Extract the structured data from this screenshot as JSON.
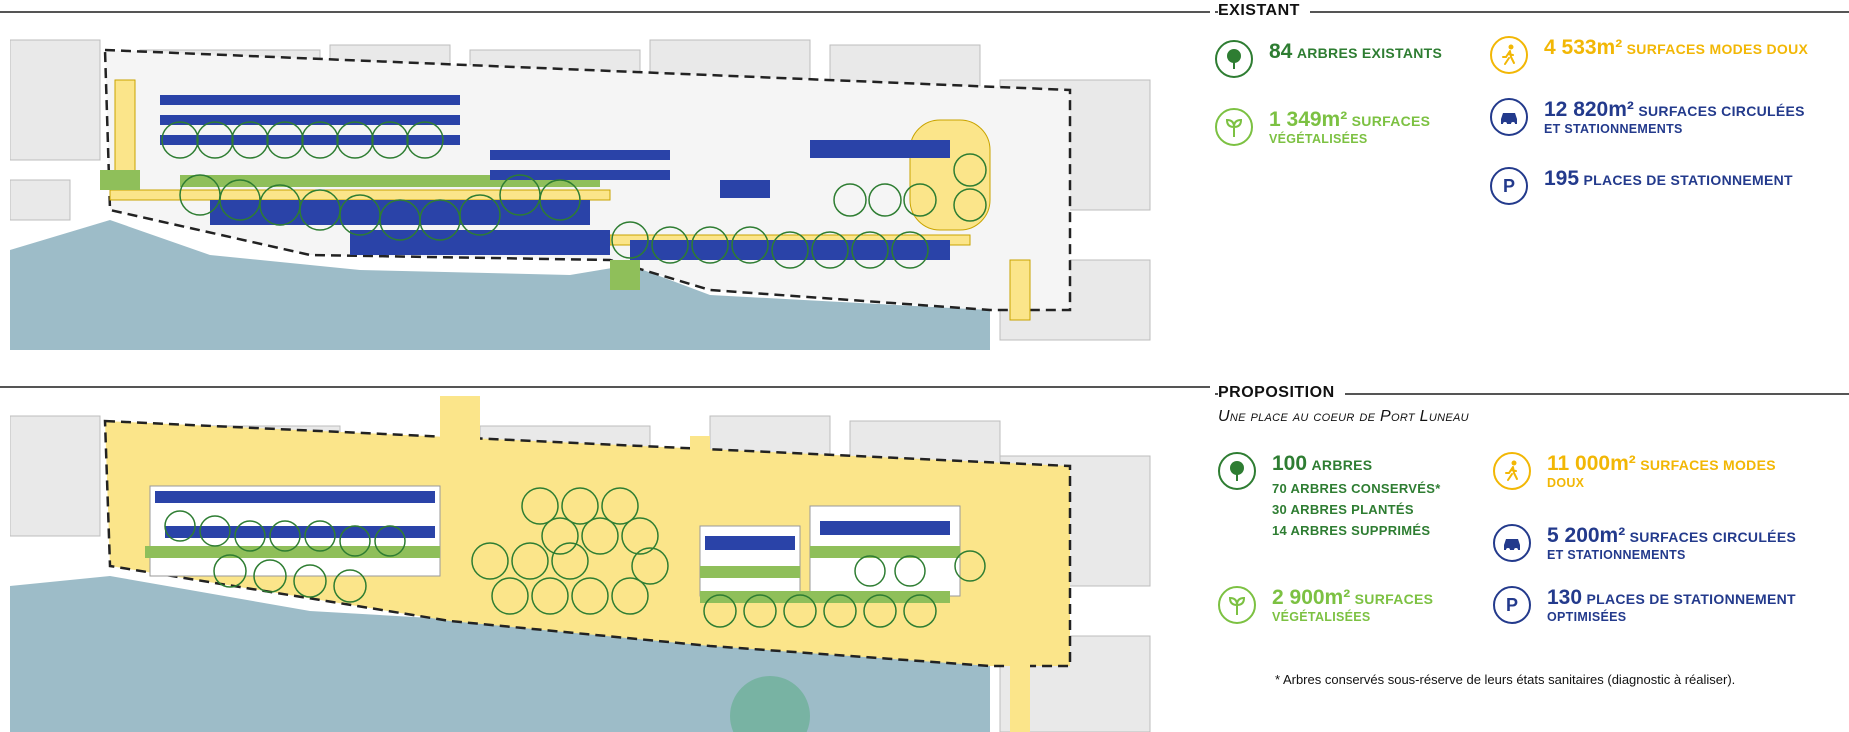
{
  "colors": {
    "dark_green": "#2e7d32",
    "light_green": "#7cc142",
    "yellow": "#f2b705",
    "blue": "#233a8c",
    "water": "#9dbcc8",
    "plaza": "#fbe58a",
    "parking": "#2a43a8"
  },
  "existant": {
    "title": "Existant",
    "trees": {
      "icon": "tree-icon",
      "value": "84",
      "label": "Arbres existants"
    },
    "green_surface": {
      "icon": "sprout-icon",
      "value": "1 349m²",
      "label": "surfaces",
      "label2": "végétalisées"
    },
    "soft_modes": {
      "icon": "pedestrian-icon",
      "value": "4 533m²",
      "label": "surfaces modes doux"
    },
    "circulation": {
      "icon": "car-icon",
      "value": "12 820m²",
      "label": "surfaces circulées",
      "label2": "et stationnements"
    },
    "parking": {
      "icon": "parking-icon",
      "value": "195",
      "label": "Places de stationnement"
    }
  },
  "proposition": {
    "title": "Proposition",
    "subtitle": "Une place au coeur de Port Luneau",
    "trees": {
      "icon": "tree-icon",
      "value": "100",
      "label": "Arbres",
      "details": [
        "70 arbres conservés*",
        "30 arbres plantés",
        "14 arbres supprimés"
      ]
    },
    "green_surface": {
      "icon": "sprout-icon",
      "value": "2 900m²",
      "label": "Surfaces",
      "label2": "végétalisées"
    },
    "soft_modes": {
      "icon": "pedestrian-icon",
      "value": "11 000m²",
      "label": "Surfaces modes",
      "label2": "doux"
    },
    "circulation": {
      "icon": "car-icon",
      "value": "5 200m²",
      "label": "surfaces circulées",
      "label2": "et stationnements"
    },
    "parking": {
      "icon": "parking-icon",
      "value": "130",
      "label": "Places de stationnement",
      "label2": "optimisées"
    },
    "footnote": "* Arbres conservés sous-réserve de leurs états sanitaires (diagnostic à réaliser)."
  }
}
